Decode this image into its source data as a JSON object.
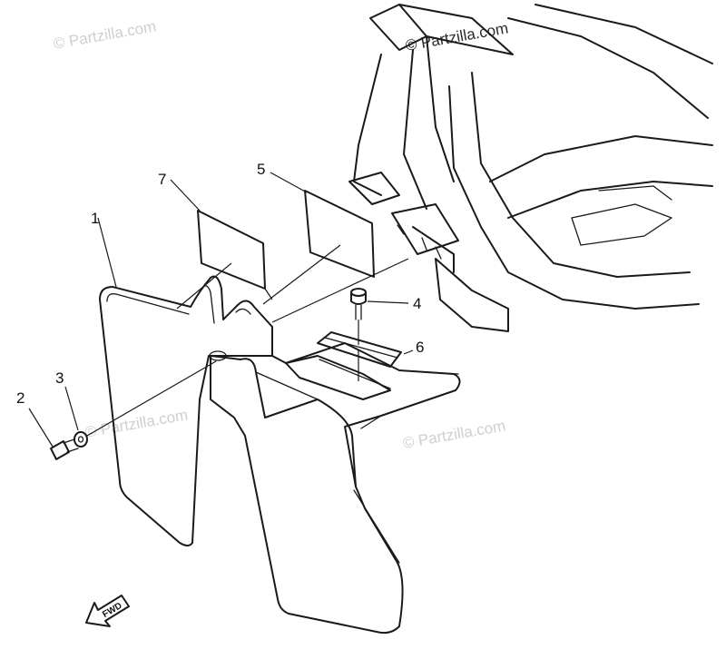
{
  "watermark": {
    "text": "© Partzilla.com",
    "color_dark": "#2a2a2a",
    "color_light": "#cfcfcf"
  },
  "callouts": {
    "part_1": "1",
    "part_2": "2",
    "part_3": "3",
    "part_4": "4",
    "part_5": "5",
    "part_6": "6",
    "part_7": "7"
  },
  "fwd_arrow": {
    "label": "FWD",
    "icon": "fwd-arrow-icon"
  }
}
